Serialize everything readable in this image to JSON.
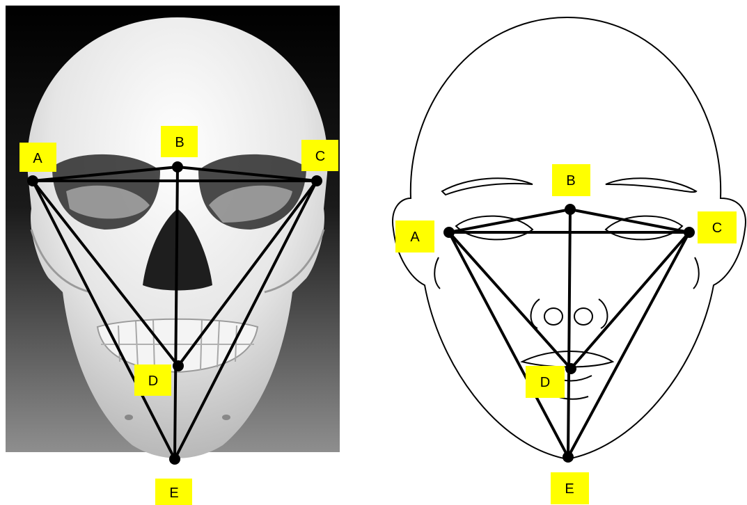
{
  "panels": [
    {
      "id": "skull",
      "labels": {
        "A": "A",
        "B": "B",
        "C": "C",
        "D": "D",
        "E": "E"
      }
    },
    {
      "id": "face",
      "labels": {
        "A": "A",
        "B": "B",
        "C": "C",
        "D": "D",
        "E": "E"
      }
    }
  ],
  "colors": {
    "label_fill": "#ffff00",
    "line": "#000000",
    "skull_bg_top": "#000000",
    "skull_bg_bottom": "#8a8a8a"
  }
}
